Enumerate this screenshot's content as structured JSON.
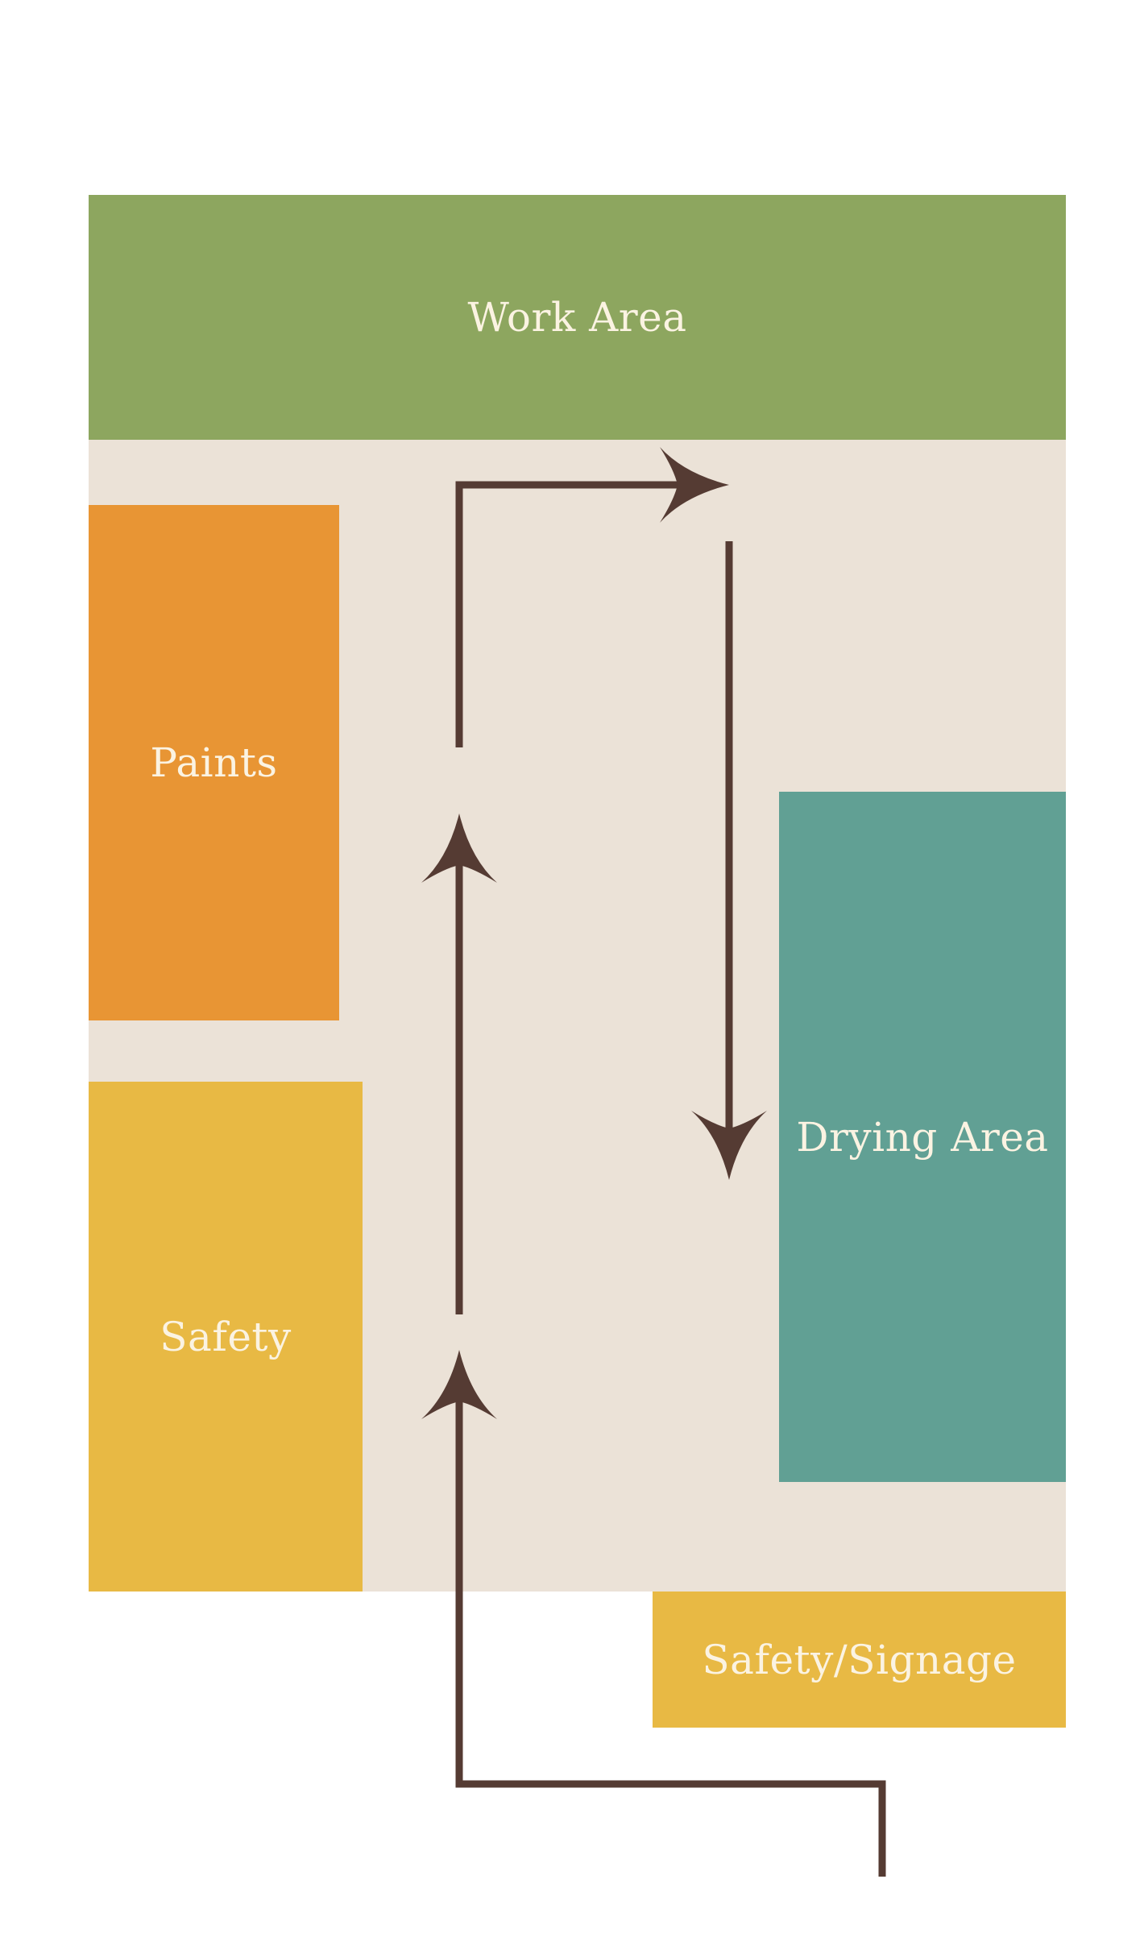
{
  "zones": {
    "work_area": {
      "label": "Work Area",
      "color": "#8da65f"
    },
    "paints": {
      "label": "Paints",
      "color": "#e89534"
    },
    "safety": {
      "label": "Safety",
      "color": "#e8b944"
    },
    "drying_area": {
      "label": "Drying Area",
      "color": "#61a094"
    },
    "signage": {
      "label": "Safety/Signage",
      "color": "#e8b944"
    },
    "floor": {
      "color": "#ebe2d7"
    }
  },
  "flow": {
    "color": "#553b33"
  }
}
